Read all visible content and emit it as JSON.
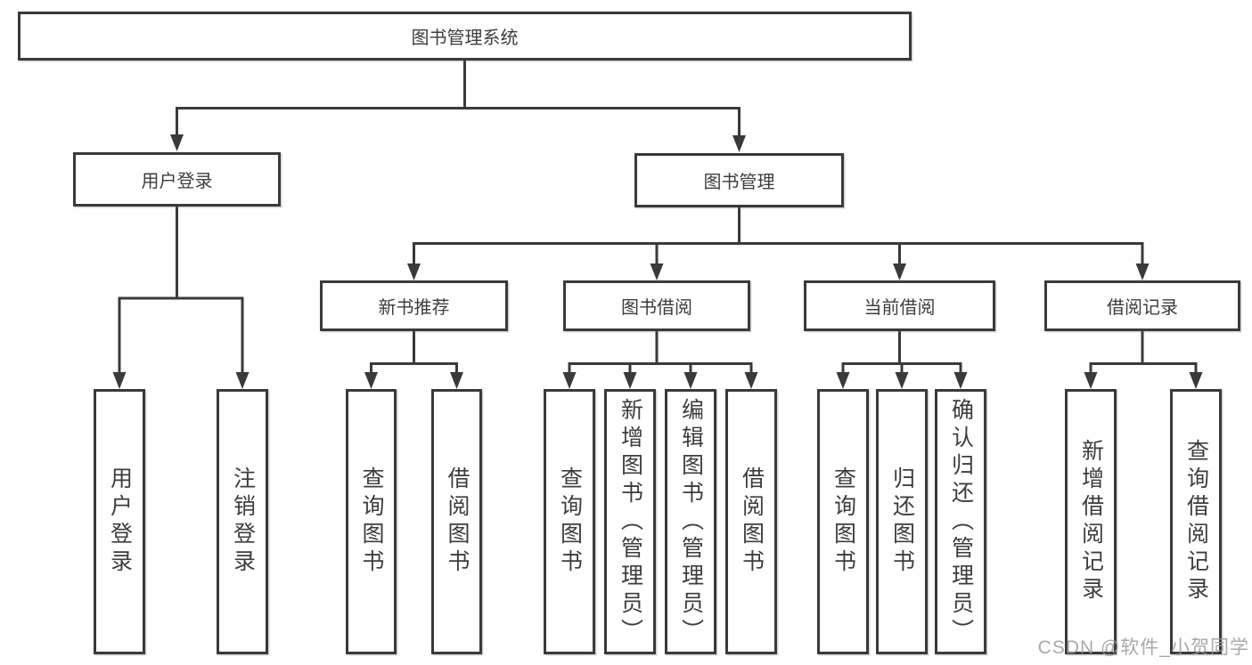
{
  "diagram": {
    "root": {
      "label": "图书管理系统",
      "children": [
        {
          "label": "用户登录",
          "children": [
            {
              "label": "用户登录"
            },
            {
              "label": "注销登录"
            }
          ]
        },
        {
          "label": "图书管理",
          "children": [
            {
              "label": "新书推荐",
              "children": [
                {
                  "label": "查询图书"
                },
                {
                  "label": "借阅图书"
                }
              ]
            },
            {
              "label": "图书借阅",
              "children": [
                {
                  "label": "查询图书"
                },
                {
                  "label": "新增图书（管理员）"
                },
                {
                  "label": "编辑图书（管理员）"
                },
                {
                  "label": "借阅图书"
                }
              ]
            },
            {
              "label": "当前借阅",
              "children": [
                {
                  "label": "查询图书"
                },
                {
                  "label": "归还图书"
                },
                {
                  "label": "确认归还（管理员）"
                }
              ]
            },
            {
              "label": "借阅记录",
              "children": [
                {
                  "label": "新增借阅记录"
                },
                {
                  "label": "查询借阅记录"
                }
              ]
            }
          ]
        }
      ]
    }
  },
  "colors": {
    "line": "#3a3a3a",
    "text": "#3d3d3d",
    "watermark": "#9a9a9a",
    "background": "#ffffff"
  },
  "watermark": {
    "text": "CSDN @软件_小贺同学"
  }
}
